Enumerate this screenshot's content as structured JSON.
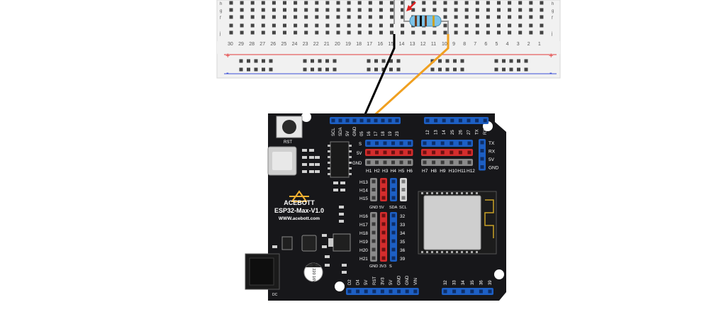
{
  "breadboard": {
    "column_numbers": [
      "30",
      "29",
      "28",
      "27",
      "26",
      "25",
      "24",
      "23",
      "22",
      "21",
      "20",
      "19",
      "18",
      "17",
      "16",
      "15",
      "14",
      "13",
      "12",
      "11",
      "10",
      "9",
      "8",
      "7",
      "6",
      "5",
      "4",
      "3",
      "2",
      "1"
    ],
    "row_letters": [
      "h",
      "g",
      "f",
      "j"
    ],
    "rail_plus": "+",
    "rail_minus": "-"
  },
  "board": {
    "name": "ACEBOTT",
    "model": "ESP32-Max-V1.0",
    "website": "WWW.acebott.com",
    "rst_label": "RST",
    "dc_label": "DC",
    "capacitor_label": "CK 220 16V",
    "top_header_left_labels": [
      "SCL",
      "SDA",
      "5V",
      "GND",
      "05",
      "16",
      "17",
      "18",
      "19",
      "23"
    ],
    "top_header_right_labels": [
      "12",
      "13",
      "14",
      "25",
      "26",
      "27",
      "TX",
      "RX"
    ],
    "row_s": "S",
    "row_5v": "5V",
    "row_gnd": "GND",
    "h_labels_left": [
      "H1",
      "H2",
      "H3",
      "H4",
      "H5",
      "H6"
    ],
    "h_labels_right": [
      "H7",
      "H8",
      "H9",
      "H10",
      "H11",
      "H12"
    ],
    "uart_labels": [
      "TX",
      "RX",
      "5V",
      "GND"
    ],
    "h_left_mid": [
      "H13",
      "H14",
      "H15"
    ],
    "mid_col_labels": [
      "GND",
      "5V",
      "SDA",
      "SCL"
    ],
    "h_left_low": [
      "H16",
      "H17",
      "H18",
      "H19",
      "H20",
      "H21"
    ],
    "io_numbers": [
      "32",
      "33",
      "34",
      "35",
      "36",
      "39"
    ],
    "low_col_labels": [
      "GND",
      "3V3",
      "S"
    ],
    "bottom_left_labels": [
      "D2",
      "D4",
      "5V",
      "RST",
      "3V3",
      "5V",
      "GND",
      "GND",
      "VIN"
    ],
    "bottom_right_labels": [
      "32",
      "33",
      "34",
      "35",
      "36",
      "39"
    ]
  },
  "colors": {
    "board": "#17171a",
    "header_blue": "#1d5fc4",
    "pin_red": "#d42d2d",
    "pin_gray": "#8a8a8a",
    "wire_black": "#000000",
    "wire_orange": "#f0a020",
    "arrow_red": "#e02020"
  }
}
